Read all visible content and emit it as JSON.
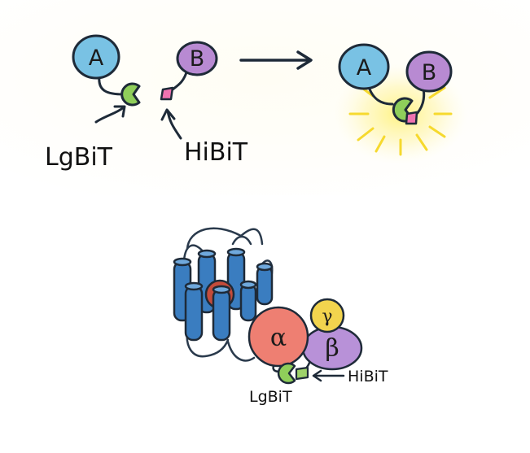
{
  "top_panel": {
    "protein_a": "A",
    "protein_b": "B",
    "large_fragment": "LgBiT",
    "small_fragment": "HiBiT",
    "complex_a": "A",
    "complex_b": "B"
  },
  "bottom_panel": {
    "alpha": "α",
    "beta": "β",
    "gamma": "γ",
    "large_fragment": "LgBiT",
    "small_fragment": "HiBiT"
  },
  "colors": {
    "protein_a": "#79c2e4",
    "protein_b": "#b88ad2",
    "lgbit": "#8fce5a",
    "hibit": "#ef73b0",
    "glow": "#fff27a",
    "receptor": "#3a7dc0",
    "alpha": "#ee7f72",
    "beta": "#b891d8",
    "gamma": "#f2d44e"
  }
}
